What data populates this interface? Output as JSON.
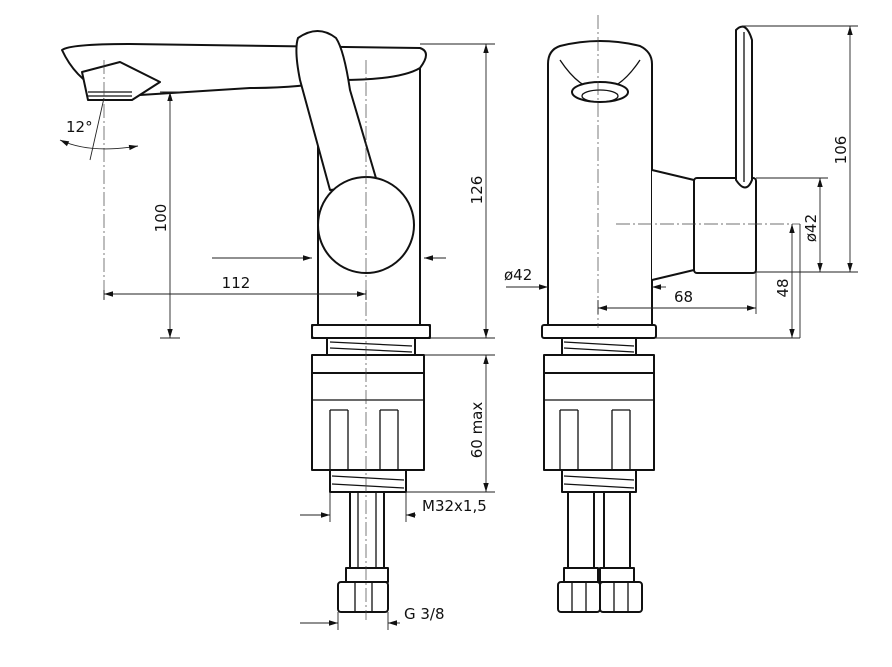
{
  "drawing": {
    "angle": "12°",
    "spout_height": "100",
    "total_height": "126",
    "reach": "112",
    "thread_depth": "60 max",
    "thread": "M32x1,5",
    "connector": "G 3/8",
    "handle_height": "106",
    "body_diameter": "ø42",
    "lever_hub_diameter": "ø42",
    "lever_offset": "68",
    "hub_height": "48"
  }
}
